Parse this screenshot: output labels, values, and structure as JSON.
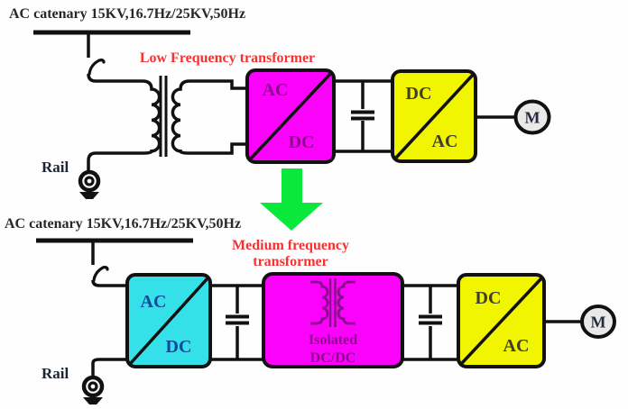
{
  "colors": {
    "magenta": "#fb02fb",
    "cyan": "#35e1e8",
    "yellow": "#f2f500",
    "green": "#0ae83c",
    "red_label": "#f53232",
    "magenta_text": "#8b0a8b",
    "cyan_text": "#14489c",
    "yellow_text": "#3f3f28",
    "wire": "#111111",
    "motor_fill": "#e9e9e9"
  },
  "top": {
    "catenary_label": "AC catenary 15KV,16.7Hz/25KV,50Hz",
    "transformer_label": "Low Frequency transformer",
    "rail_label": "Rail",
    "rectifier": {
      "input": "AC",
      "output": "DC"
    },
    "inverter": {
      "input": "DC",
      "output": "AC"
    },
    "motor": "M"
  },
  "bottom": {
    "catenary_label": "AC catenary 15KV,16.7Hz/25KV,50Hz",
    "transformer_label_1": "Medium frequency",
    "transformer_label_2": "transformer",
    "rail_label": "Rail",
    "rectifier": {
      "input": "AC",
      "output": "DC"
    },
    "isolated_converter": {
      "label_1": "Isolated",
      "label_2": "DC/DC"
    },
    "inverter": {
      "input": "DC",
      "output": "AC"
    },
    "motor": "M"
  }
}
